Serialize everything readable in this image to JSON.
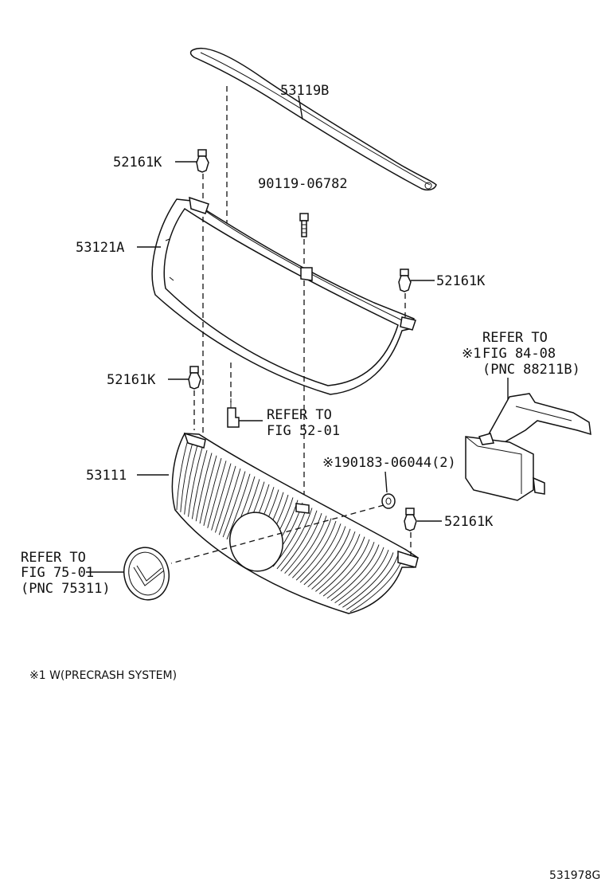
{
  "parts": {
    "moulding": "53119B",
    "clip_top_left": "52161K",
    "bolt": "90119-06782",
    "frame": "53121A",
    "clip_right": "52161K",
    "clip_mid_left": "52161K",
    "grille": "53111",
    "nut": "※190183-06044(2)",
    "clip_bottom_right": "52161K"
  },
  "references": {
    "fig52": {
      "line1": "REFER TO",
      "line2": "FIG 52-01"
    },
    "fig75": {
      "line1": "REFER TO",
      "line2": "FIG 75-01",
      "line3": "(PNC 75311)"
    },
    "fig84": {
      "mark": "※1",
      "line1": "REFER TO",
      "line2": "FIG 84-08",
      "line3": "(PNC 88211B)"
    }
  },
  "footnote": "※1 W(PRECRASH SYSTEM)",
  "diagram_id": "531978G"
}
